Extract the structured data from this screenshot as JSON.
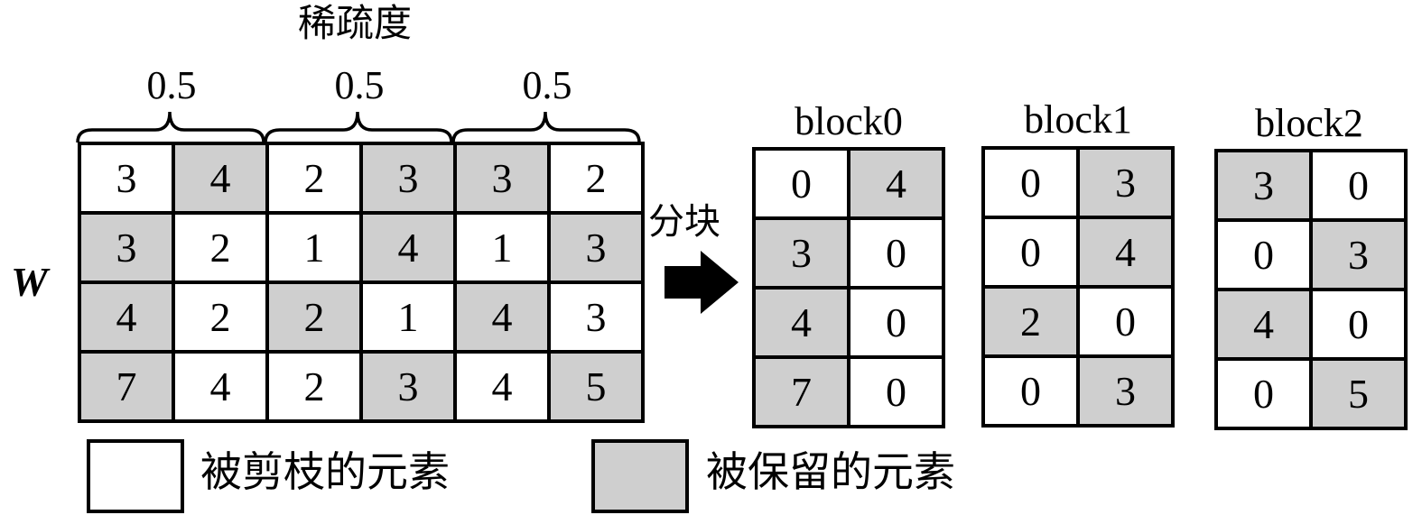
{
  "title": "稀疏度",
  "sparsity_labels": [
    "0.5",
    "0.5",
    "0.5"
  ],
  "matrix_label": "W",
  "arrow_label": "分块",
  "colors": {
    "kept": "#cfcfcf",
    "pruned": "#ffffff",
    "border": "#000000"
  },
  "matrix": {
    "rows": [
      [
        {
          "v": "3",
          "kept": false
        },
        {
          "v": "4",
          "kept": true
        },
        {
          "v": "2",
          "kept": false
        },
        {
          "v": "3",
          "kept": true
        },
        {
          "v": "3",
          "kept": true
        },
        {
          "v": "2",
          "kept": false
        }
      ],
      [
        {
          "v": "3",
          "kept": true
        },
        {
          "v": "2",
          "kept": false
        },
        {
          "v": "1",
          "kept": false
        },
        {
          "v": "4",
          "kept": true
        },
        {
          "v": "1",
          "kept": false
        },
        {
          "v": "3",
          "kept": true
        }
      ],
      [
        {
          "v": "4",
          "kept": true
        },
        {
          "v": "2",
          "kept": false
        },
        {
          "v": "2",
          "kept": true
        },
        {
          "v": "1",
          "kept": false
        },
        {
          "v": "4",
          "kept": true
        },
        {
          "v": "3",
          "kept": false
        }
      ],
      [
        {
          "v": "7",
          "kept": true
        },
        {
          "v": "4",
          "kept": false
        },
        {
          "v": "2",
          "kept": false
        },
        {
          "v": "3",
          "kept": true
        },
        {
          "v": "4",
          "kept": false
        },
        {
          "v": "5",
          "kept": true
        }
      ]
    ]
  },
  "blocks": [
    {
      "name": "block0",
      "rows": [
        [
          {
            "v": "0",
            "kept": false
          },
          {
            "v": "4",
            "kept": true
          }
        ],
        [
          {
            "v": "3",
            "kept": true
          },
          {
            "v": "0",
            "kept": false
          }
        ],
        [
          {
            "v": "4",
            "kept": true
          },
          {
            "v": "0",
            "kept": false
          }
        ],
        [
          {
            "v": "7",
            "kept": true
          },
          {
            "v": "0",
            "kept": false
          }
        ]
      ]
    },
    {
      "name": "block1",
      "rows": [
        [
          {
            "v": "0",
            "kept": false
          },
          {
            "v": "3",
            "kept": true
          }
        ],
        [
          {
            "v": "0",
            "kept": false
          },
          {
            "v": "4",
            "kept": true
          }
        ],
        [
          {
            "v": "2",
            "kept": true
          },
          {
            "v": "0",
            "kept": false
          }
        ],
        [
          {
            "v": "0",
            "kept": false
          },
          {
            "v": "3",
            "kept": true
          }
        ]
      ]
    },
    {
      "name": "block2",
      "rows": [
        [
          {
            "v": "3",
            "kept": true
          },
          {
            "v": "0",
            "kept": false
          }
        ],
        [
          {
            "v": "0",
            "kept": false
          },
          {
            "v": "3",
            "kept": true
          }
        ],
        [
          {
            "v": "4",
            "kept": true
          },
          {
            "v": "0",
            "kept": false
          }
        ],
        [
          {
            "v": "0",
            "kept": false
          },
          {
            "v": "5",
            "kept": true
          }
        ]
      ]
    }
  ],
  "legend": [
    {
      "label": "被剪枝的元素",
      "kept": false
    },
    {
      "label": "被保留的元素",
      "kept": true
    }
  ]
}
